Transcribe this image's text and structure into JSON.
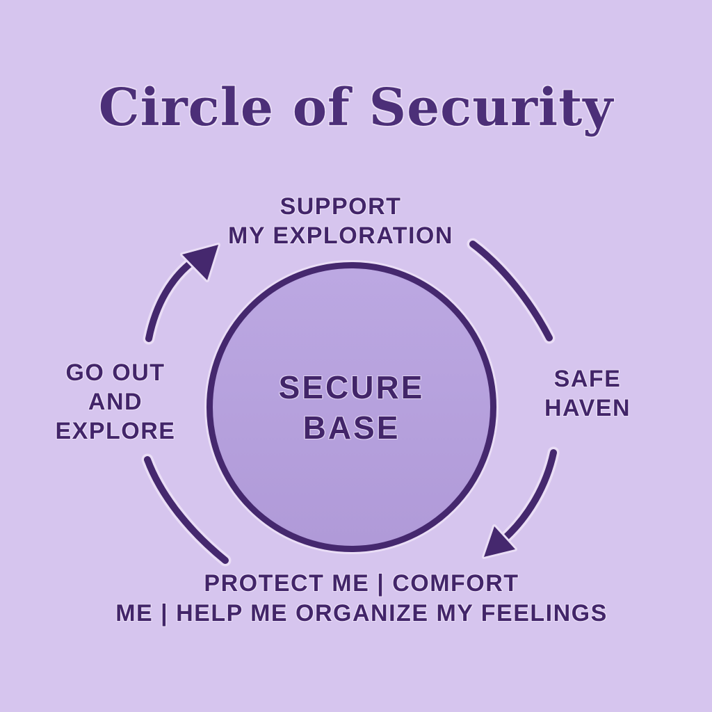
{
  "title": "Circle of Security",
  "circle": {
    "line1": "SECURE",
    "line2": "BASE"
  },
  "labels": {
    "top": {
      "line1": "SUPPORT",
      "line2": "MY EXPLORATION"
    },
    "left": {
      "line1": "GO OUT",
      "line2": "AND",
      "line3": "EXPLORE"
    },
    "right": {
      "line1": "SAFE",
      "line2": "HAVEN"
    },
    "bottom": {
      "line1": "PROTECT ME | COMFORT",
      "line2": "ME | HELP ME ORGANIZE MY FEELINGS"
    }
  },
  "icons": {
    "top_left": "curved-arrow-up-right",
    "top_right": "curved-arc",
    "bottom_right": "curved-arrow-down-left",
    "bottom_left": "curved-arc"
  },
  "colors": {
    "background": "#d6c5ee",
    "circle-fill-top": "#bca8e2",
    "circle-fill-bottom": "#b09ad8",
    "stroke": "#45286e",
    "text": "#422569",
    "title": "#4c2f78",
    "halo": "#eadef6"
  }
}
